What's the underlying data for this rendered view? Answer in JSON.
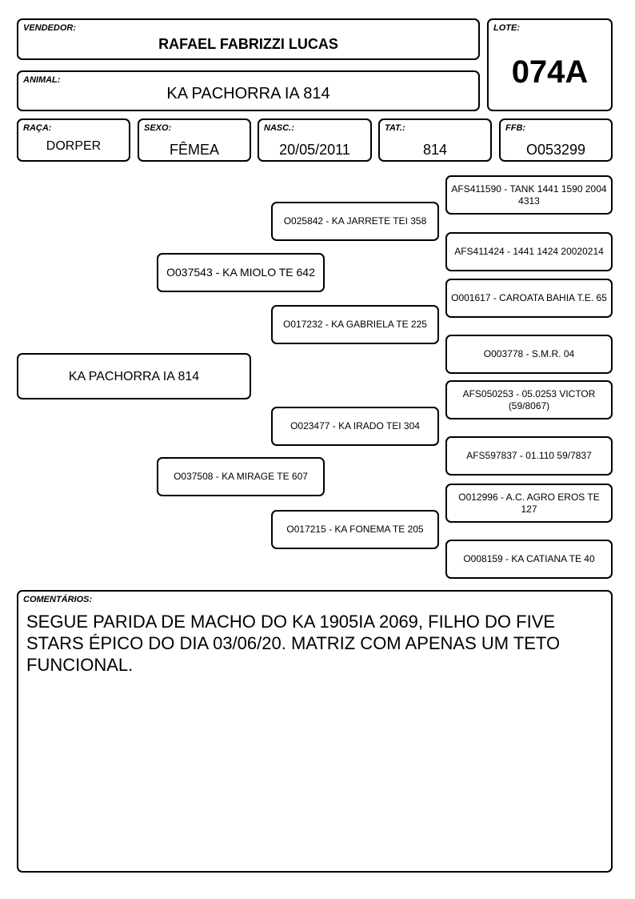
{
  "vendedor": {
    "label": "VENDEDOR:",
    "value": "RAFAEL FABRIZZI LUCAS"
  },
  "lote": {
    "label": "LOTE:",
    "value": "074A"
  },
  "animal": {
    "label": "ANIMAL:",
    "value": "KA PACHORRA IA 814"
  },
  "raca": {
    "label": "RAÇA:",
    "value": "DORPER"
  },
  "sexo": {
    "label": "SEXO:",
    "value": "FÊMEA"
  },
  "nasc": {
    "label": "NASC.:",
    "value": "20/05/2011"
  },
  "tat": {
    "label": "TAT.:",
    "value": "814"
  },
  "ffb": {
    "label": "FFB:",
    "value": "O053299"
  },
  "pedigree": {
    "animal": "KA PACHORRA IA 814",
    "sire": "O037543 - KA MIOLO TE 642",
    "dam": "O037508 - KA MIRAGE TE 607",
    "sire_sire": "O025842 - KA JARRETE TEI 358",
    "sire_dam": "O017232 - KA GABRIELA TE 225",
    "dam_sire": "O023477 - KA IRADO TEI 304",
    "dam_dam": "O017215 - KA FONEMA TE 205",
    "g3": [
      "AFS411590 - TANK 1441 1590 2004 4313",
      "AFS411424 - 1441 1424 20020214",
      "O001617 - CAROATA BAHIA T.E. 65",
      "O003778 - S.M.R. 04",
      "AFS050253 - 05.0253 VICTOR (59/8067)",
      "AFS597837 - 01.110 59/7837",
      "O012996 - A.C. AGRO EROS TE 127",
      "O008159 - KA CATIANA TE 40"
    ]
  },
  "comentarios": {
    "label": "COMENTÁRIOS:",
    "text": "SEGUE PARIDA DE MACHO DO KA 1905IA 2069, FILHO DO FIVE STARS ÉPICO DO DIA 03/06/20. MATRIZ COM APENAS UM TETO FUNCIONAL."
  }
}
